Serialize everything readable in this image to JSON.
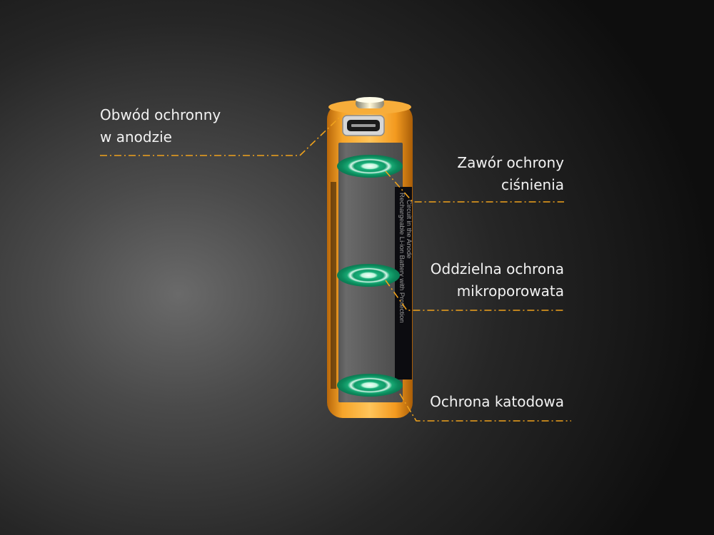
{
  "colors": {
    "callout_line": "#f0a21c",
    "battery_body": "#f39a1f",
    "battery_wrap": "#0c0c10",
    "ring_green": "#12a870",
    "background": "#4a4a4a"
  },
  "battery": {
    "wrap_text_line1": "Rechargeable Li-ion Battery with Protection",
    "wrap_text_line2": "Circuit in the Anode"
  },
  "labels": {
    "anode_circuit": {
      "line1": "Obwód ochronny",
      "line2": "w anodzie"
    },
    "pressure_valve": {
      "line1": "Zawór ochrony",
      "line2": "ciśnienia"
    },
    "separator": {
      "line1": "Oddzielna ochrona",
      "line2": "mikroporowata"
    },
    "cathode": {
      "line1": "Ochrona katodowa"
    }
  }
}
